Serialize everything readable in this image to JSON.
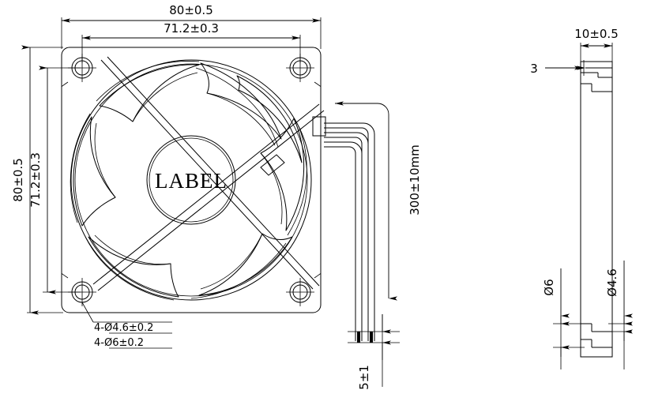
{
  "drawing": {
    "type": "mechanical-engineering-drawing",
    "subject": "80mm DC axial cooling fan",
    "background_color": "#ffffff",
    "line_color": "#000000",
    "views": [
      {
        "name": "front-view",
        "description": "square fan frame with 7 curved impeller blades, central hub and 4 corner mounting holes"
      },
      {
        "name": "side-view",
        "description": "thickness profile of fan frame with counterbored mounting holes"
      }
    ],
    "hub_label": "LABEL",
    "dimensions": {
      "width_overall": "80±0.5",
      "width_hole_pitch": "71.2±0.3",
      "height_overall": "80±0.5",
      "height_hole_pitch": "71.2±0.3",
      "hole_callout_small": "4-Ø4.6±0.2",
      "hole_callout_large": "4-Ø6±0.2",
      "lead_length": "300±10mm",
      "lead_strip": "5±1",
      "depth_overall": "10±0.5",
      "flange_depth": "3",
      "counterbore_dia": "Ø6",
      "through_hole_dia": "Ø4.6"
    }
  }
}
